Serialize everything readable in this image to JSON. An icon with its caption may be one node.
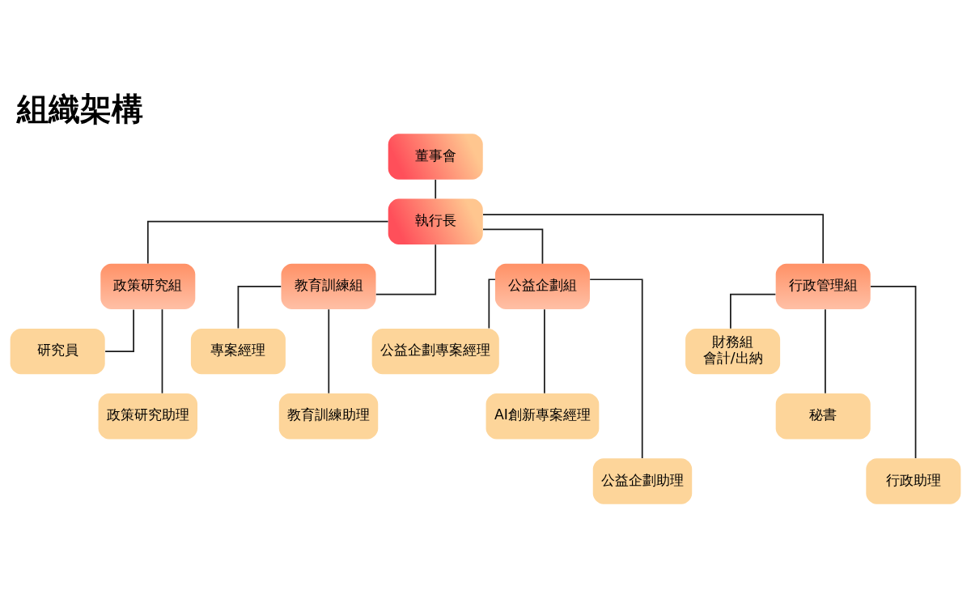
{
  "diagram": {
    "title": "組織架構",
    "nodes": [
      {
        "text": [
          "董事會"
        ]
      },
      {
        "text": [
          "執行長"
        ]
      },
      {
        "text": [
          "政策研究組"
        ]
      },
      {
        "text": [
          "教育訓練組"
        ]
      },
      {
        "text": [
          "公益企劃組"
        ]
      },
      {
        "text": [
          "行政管理組"
        ]
      },
      {
        "text": [
          "研究員"
        ]
      },
      {
        "text": [
          "政策研究助理"
        ]
      },
      {
        "text": [
          "專案經理"
        ]
      },
      {
        "text": [
          "教育訓練助理"
        ]
      },
      {
        "text": [
          "公益企劃專案經理"
        ]
      },
      {
        "text": [
          "AI創新專案經理"
        ]
      },
      {
        "text": [
          "公益企劃助理"
        ]
      },
      {
        "text": [
          "財務組",
          "會計/出納"
        ]
      },
      {
        "text": [
          "秘書"
        ]
      },
      {
        "text": [
          "行政助理"
        ]
      }
    ],
    "edges": [
      {
        "from": 0,
        "to": 1,
        "arrow": "none"
      },
      {
        "from": 1,
        "to": 2,
        "arrow": "none"
      },
      {
        "from": 1,
        "to": 3,
        "arrow": "none"
      },
      {
        "from": 1,
        "to": 4,
        "arrow": "none"
      },
      {
        "from": 1,
        "to": 5,
        "arrow": "none"
      },
      {
        "from": 2,
        "to": 6,
        "arrow": "none"
      },
      {
        "from": 2,
        "to": 7,
        "arrow": "none"
      },
      {
        "from": 3,
        "to": 8,
        "arrow": "none"
      },
      {
        "from": 3,
        "to": 9,
        "arrow": "none"
      },
      {
        "from": 4,
        "to": 10,
        "arrow": "none"
      },
      {
        "from": 4,
        "to": 11,
        "arrow": "none"
      },
      {
        "from": 4,
        "to": 12,
        "arrow": "none"
      },
      {
        "from": 5,
        "to": 13,
        "arrow": "none"
      },
      {
        "from": 5,
        "to": 14,
        "arrow": "none"
      },
      {
        "from": 5,
        "to": 15,
        "arrow": "none"
      }
    ]
  }
}
